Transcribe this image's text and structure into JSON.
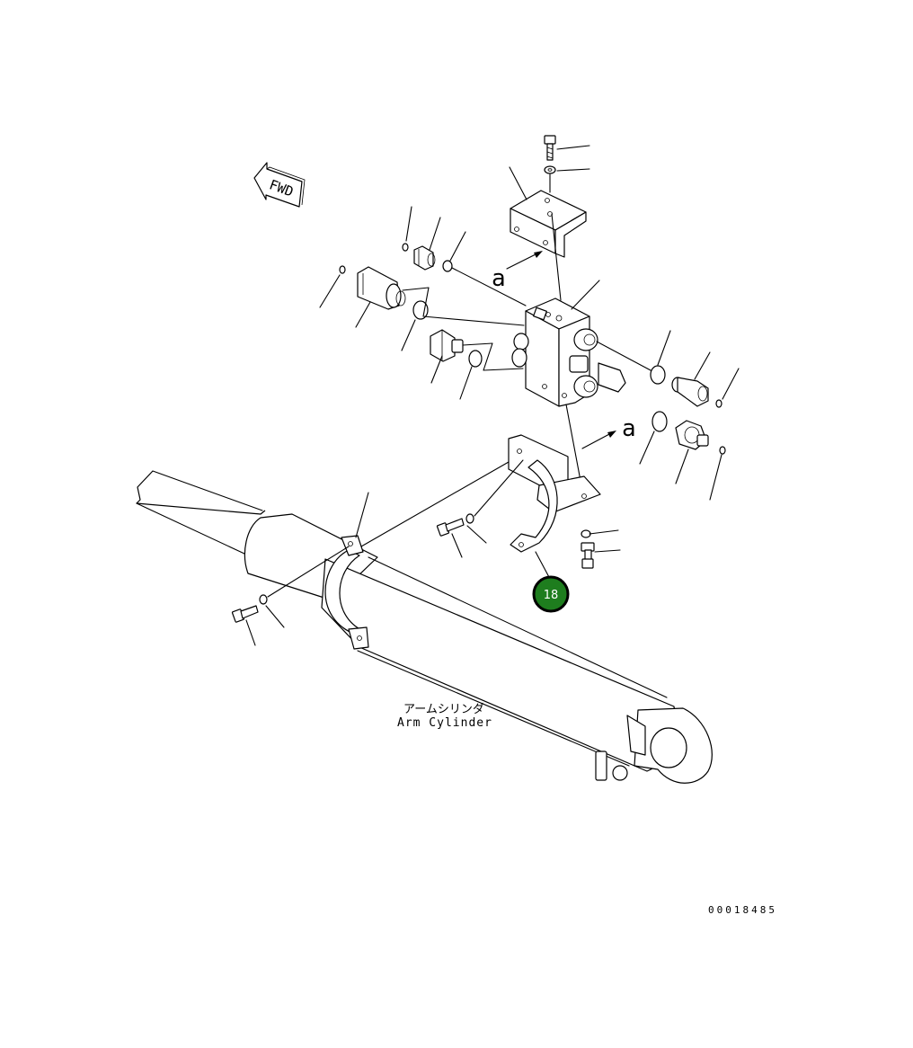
{
  "direction_marker": {
    "text": "FWD",
    "icon": "fwd-arrow-icon"
  },
  "view_ref_letter": "a",
  "cylinder_label": {
    "jp": "アームシリンダ",
    "en": "Arm Cylinder"
  },
  "callout": {
    "number": "18",
    "fill": "#1e7d1e",
    "ring": "#000000",
    "text_color": "#ffffff"
  },
  "drawing_number": "00018485"
}
